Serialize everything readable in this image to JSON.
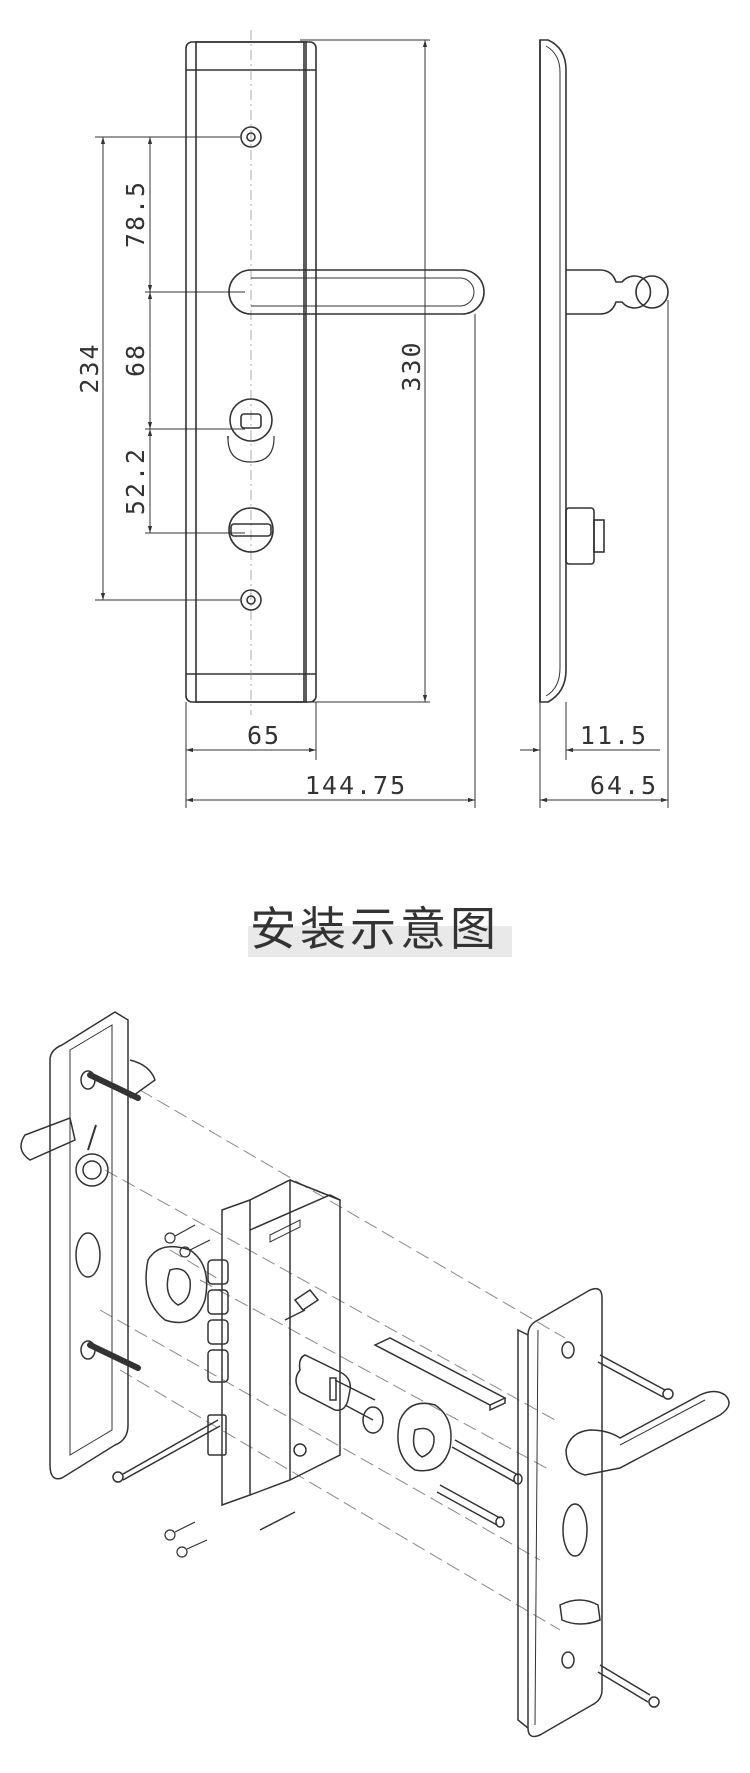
{
  "dimensions": {
    "hole_to_handle": "78.5",
    "overall_hole_span": "234",
    "handle_to_cylinder": "68",
    "plate_height": "330",
    "cylinder_to_thumbturn": "52.2",
    "plate_width": "65",
    "overall_width": "144.75",
    "plate_depth": "11.5",
    "handle_projection": "64.5"
  },
  "heading": "安装示意图",
  "colors": {
    "line": "#333333",
    "hidden": "#888888",
    "band": "#e9e9e9"
  }
}
